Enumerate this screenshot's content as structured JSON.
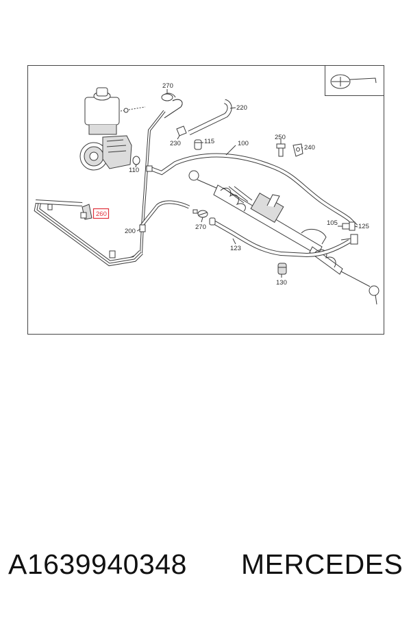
{
  "diagram": {
    "callouts": {
      "c270a": "270",
      "c220": "220",
      "c230": "230",
      "c115": "115",
      "c100": "100",
      "c250": "250",
      "c240": "240",
      "c110": "110",
      "c260": "260",
      "c200": "200",
      "c270b": "270",
      "c105": "105",
      "c125": "125",
      "c123": "123",
      "c130": "130"
    },
    "highlight_color": "#e0303a",
    "corner_icon": "steering-wheel-icon"
  },
  "caption": {
    "part_number": "A1639940348",
    "brand": "MERCEDES"
  }
}
